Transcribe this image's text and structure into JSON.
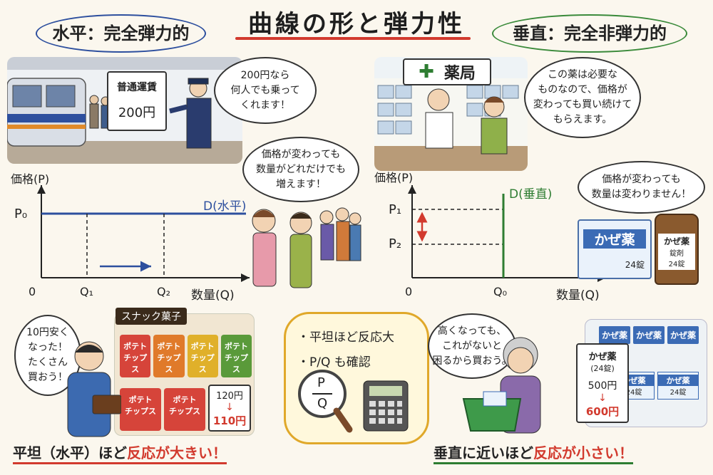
{
  "title": "曲線の形と弾力性",
  "left_heading": "水平：完全弾力的",
  "right_heading": "垂直：完全非弾力的",
  "train_sign": {
    "line1": "普通運賃",
    "line2": "200円"
  },
  "conductor_bubble": "200円なら\n何人でも乗って\nくれます！",
  "crowd_bubble": "価格が変わっても\n数量がどれだけでも\n増えます！",
  "left_chart": {
    "y_axis_label": "価格(P)",
    "x_axis_label": "数量(Q)",
    "price_label": "P₀",
    "origin": "0",
    "q1": "Q₁",
    "q2": "Q₂",
    "curve_label": "D(水平)"
  },
  "pharmacy_sign": "薬局",
  "pharmacist_bubble": "この薬は必要な\nものなので、価格が\n変わっても買い続けて\nもらえます。",
  "right_chart": {
    "y_axis_label": "価格(P)",
    "x_axis_label": "数量(Q)",
    "p1": "P₁",
    "p2": "P₂",
    "origin": "0",
    "q0": "Q₀",
    "curve_label": "D(垂直)"
  },
  "medicine_bubble": "価格が変わっても\n数量は変わりません！",
  "medicine_box": {
    "name": "かぜ薬",
    "count": "24錠"
  },
  "medicine_bottle": {
    "name": "かぜ薬",
    "sub": "錠剤",
    "count": "24錠"
  },
  "snack_sign": "スナック菓子",
  "chip_label": "ポテト\nチップス",
  "boy_bubble": "10円安く\nなった！\nたくさん\n買おう！",
  "snack_price": {
    "old": "120円",
    "arrow": "↓",
    "new": "110円"
  },
  "left_caption": {
    "prefix": "平坦（水平）ほど",
    "highlight": "反応が大きい！"
  },
  "center_box": {
    "line1": "・平坦ほど反応大",
    "line2": "・P/Q も確認",
    "lens_top": "P",
    "lens_bottom": "Q"
  },
  "woman_bubble": "高くなっても、\nこれがないと\n困るから買おう。",
  "medicine_price": {
    "name": "かぜ薬",
    "count": "(24錠)",
    "old": "500円",
    "arrow": "↓",
    "new": "600円"
  },
  "shelf_box_name": "かぜ薬",
  "shelf_box_count": "24錠",
  "right_caption": {
    "prefix": "垂直に近いほど",
    "highlight": "反応が小さい！"
  },
  "colors": {
    "blue": "#2d4f9e",
    "green": "#2e7d32",
    "red": "#d23a2e",
    "yellow": "#e0a82a"
  }
}
